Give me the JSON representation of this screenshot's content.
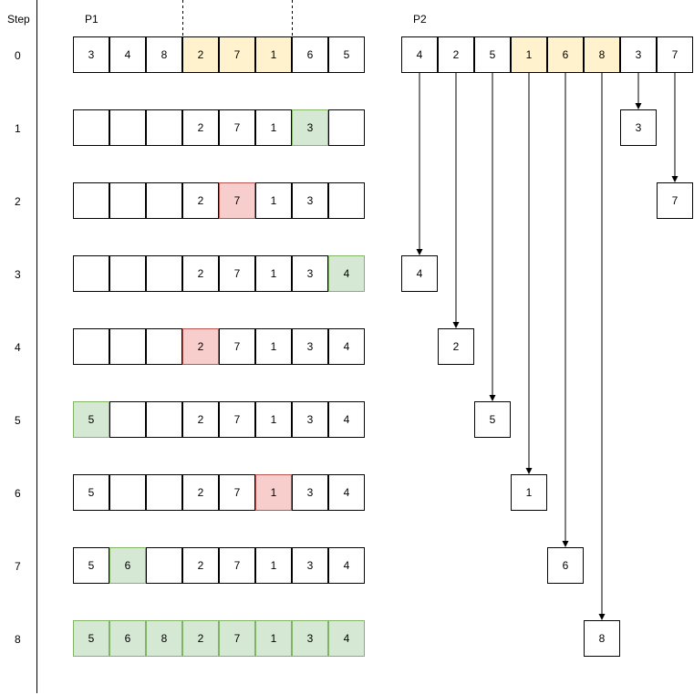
{
  "header": {
    "step_label": "Step",
    "p1_label": "P1",
    "p2_label": "P2"
  },
  "colors": {
    "crossover_segment": "#fff2cc",
    "placed": "#d5e8d4",
    "conflict": "#f8cecc",
    "line": "#000000"
  },
  "steps": [
    "0",
    "1",
    "2",
    "3",
    "4",
    "5",
    "6",
    "7",
    "8"
  ],
  "p1_rows": [
    {
      "step": "0",
      "cells": [
        {
          "v": "3",
          "s": ""
        },
        {
          "v": "4",
          "s": ""
        },
        {
          "v": "8",
          "s": ""
        },
        {
          "v": "2",
          "s": "yellow"
        },
        {
          "v": "7",
          "s": "yellow"
        },
        {
          "v": "1",
          "s": "yellow"
        },
        {
          "v": "6",
          "s": ""
        },
        {
          "v": "5",
          "s": ""
        }
      ]
    },
    {
      "step": "1",
      "cells": [
        {
          "v": "",
          "s": ""
        },
        {
          "v": "",
          "s": ""
        },
        {
          "v": "",
          "s": ""
        },
        {
          "v": "2",
          "s": ""
        },
        {
          "v": "7",
          "s": ""
        },
        {
          "v": "1",
          "s": ""
        },
        {
          "v": "3",
          "s": "green"
        },
        {
          "v": "",
          "s": ""
        }
      ]
    },
    {
      "step": "2",
      "cells": [
        {
          "v": "",
          "s": ""
        },
        {
          "v": "",
          "s": ""
        },
        {
          "v": "",
          "s": ""
        },
        {
          "v": "2",
          "s": ""
        },
        {
          "v": "7",
          "s": "red"
        },
        {
          "v": "1",
          "s": ""
        },
        {
          "v": "3",
          "s": ""
        },
        {
          "v": "",
          "s": ""
        }
      ]
    },
    {
      "step": "3",
      "cells": [
        {
          "v": "",
          "s": ""
        },
        {
          "v": "",
          "s": ""
        },
        {
          "v": "",
          "s": ""
        },
        {
          "v": "2",
          "s": ""
        },
        {
          "v": "7",
          "s": ""
        },
        {
          "v": "1",
          "s": ""
        },
        {
          "v": "3",
          "s": ""
        },
        {
          "v": "4",
          "s": "green"
        }
      ]
    },
    {
      "step": "4",
      "cells": [
        {
          "v": "",
          "s": ""
        },
        {
          "v": "",
          "s": ""
        },
        {
          "v": "",
          "s": ""
        },
        {
          "v": "2",
          "s": "red"
        },
        {
          "v": "7",
          "s": ""
        },
        {
          "v": "1",
          "s": ""
        },
        {
          "v": "3",
          "s": ""
        },
        {
          "v": "4",
          "s": ""
        }
      ]
    },
    {
      "step": "5",
      "cells": [
        {
          "v": "5",
          "s": "green"
        },
        {
          "v": "",
          "s": ""
        },
        {
          "v": "",
          "s": ""
        },
        {
          "v": "2",
          "s": ""
        },
        {
          "v": "7",
          "s": ""
        },
        {
          "v": "1",
          "s": ""
        },
        {
          "v": "3",
          "s": ""
        },
        {
          "v": "4",
          "s": ""
        }
      ]
    },
    {
      "step": "6",
      "cells": [
        {
          "v": "5",
          "s": ""
        },
        {
          "v": "",
          "s": ""
        },
        {
          "v": "",
          "s": ""
        },
        {
          "v": "2",
          "s": ""
        },
        {
          "v": "7",
          "s": ""
        },
        {
          "v": "1",
          "s": "red"
        },
        {
          "v": "3",
          "s": ""
        },
        {
          "v": "4",
          "s": ""
        }
      ]
    },
    {
      "step": "7",
      "cells": [
        {
          "v": "5",
          "s": ""
        },
        {
          "v": "6",
          "s": "green"
        },
        {
          "v": "",
          "s": ""
        },
        {
          "v": "2",
          "s": ""
        },
        {
          "v": "7",
          "s": ""
        },
        {
          "v": "1",
          "s": ""
        },
        {
          "v": "3",
          "s": ""
        },
        {
          "v": "4",
          "s": ""
        }
      ]
    },
    {
      "step": "8",
      "cells": [
        {
          "v": "5",
          "s": "green"
        },
        {
          "v": "6",
          "s": "green"
        },
        {
          "v": "8",
          "s": "green"
        },
        {
          "v": "2",
          "s": "green"
        },
        {
          "v": "7",
          "s": "green"
        },
        {
          "v": "1",
          "s": "green"
        },
        {
          "v": "3",
          "s": "green"
        },
        {
          "v": "4",
          "s": "green"
        }
      ]
    }
  ],
  "p2_row": [
    {
      "v": "4",
      "s": ""
    },
    {
      "v": "2",
      "s": ""
    },
    {
      "v": "5",
      "s": ""
    },
    {
      "v": "1",
      "s": "yellow"
    },
    {
      "v": "6",
      "s": "yellow"
    },
    {
      "v": "8",
      "s": "yellow"
    },
    {
      "v": "3",
      "s": ""
    },
    {
      "v": "7",
      "s": ""
    }
  ],
  "p2_moves": [
    {
      "value": "3",
      "from_index": 6,
      "to_step": "1"
    },
    {
      "value": "7",
      "from_index": 7,
      "to_step": "2"
    },
    {
      "value": "4",
      "from_index": 0,
      "to_step": "3"
    },
    {
      "value": "2",
      "from_index": 1,
      "to_step": "4"
    },
    {
      "value": "5",
      "from_index": 2,
      "to_step": "5"
    },
    {
      "value": "1",
      "from_index": 3,
      "to_step": "6"
    },
    {
      "value": "6",
      "from_index": 4,
      "to_step": "7"
    },
    {
      "value": "8",
      "from_index": 5,
      "to_step": "8"
    }
  ],
  "crossover_bounds": {
    "start_index": 3,
    "end_index": 6
  }
}
